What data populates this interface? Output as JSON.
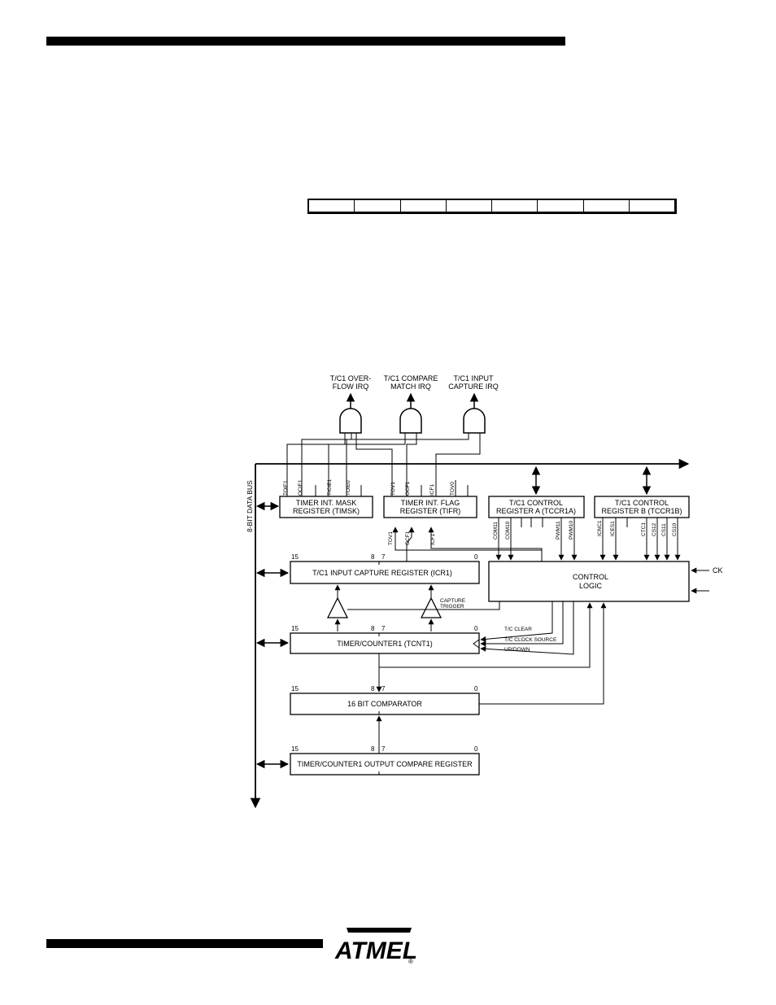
{
  "register_row": {
    "cells": [
      "",
      "",
      "",
      "",
      "",
      "",
      "",
      ""
    ]
  },
  "irq": {
    "overflow": [
      "T/C1 OVER-",
      "FLOW IRQ"
    ],
    "compare": [
      "T/C1 COMPARE",
      "MATCH IRQ"
    ],
    "capture": [
      "T/C1 INPUT",
      "CAPTURE IRQ"
    ]
  },
  "bus": {
    "label": "8-BIT DATA BUS"
  },
  "timsk": {
    "label": [
      "TIMER INT. MASK",
      "REGISTER (TIMSK)"
    ],
    "bits": [
      "TOIE1",
      "OCIE1",
      "TICIE1",
      "TOIE0"
    ]
  },
  "tifr": {
    "label": [
      "TIMER INT. FLAG",
      "REGISTER (TIFR)"
    ],
    "bits": [
      "TOV1",
      "OCF1",
      "ICF1",
      "TOV0"
    ],
    "inputs": [
      "TOV1",
      "OCF1",
      "ICF1"
    ]
  },
  "tccr1a": {
    "label": [
      "T/C1 CONTROL",
      "REGISTER A (TCCR1A)"
    ],
    "bits": [
      "COM11",
      "COM10",
      "PWM11",
      "PWM10"
    ]
  },
  "tccr1b": {
    "label": [
      "T/C1 CONTROL",
      "REGISTER B (TCCR1B)"
    ],
    "bits": [
      "ICNC1",
      "ICES1",
      "CTC1",
      "CS12",
      "CS11",
      "CS10"
    ]
  },
  "control_logic": {
    "label": [
      "CONTROL",
      "LOGIC"
    ],
    "ck": "CK"
  },
  "icr1": {
    "label": "T/C1 INPUT CAPTURE REGISTER (ICR1)"
  },
  "capture_trigger": [
    "CAPTURE",
    "TRIGGER"
  ],
  "tcnt1": {
    "label": "TIMER/COUNTER1 (TCNT1)"
  },
  "tcnt_signals": {
    "clear": "T/C CLEAR",
    "clock": "T/C CLOCK SOURCE",
    "updown": "UP/DOWN"
  },
  "comparator": {
    "label": "16 BIT COMPARATOR"
  },
  "ocr1": {
    "label": "TIMER/COUNTER1 OUTPUT COMPARE REGISTER"
  },
  "bit_numbers": {
    "msb": "15",
    "hi": "8",
    "lo": "7",
    "lsb": "0"
  },
  "logo": {
    "text": "ATMEL",
    "mark": "®"
  }
}
